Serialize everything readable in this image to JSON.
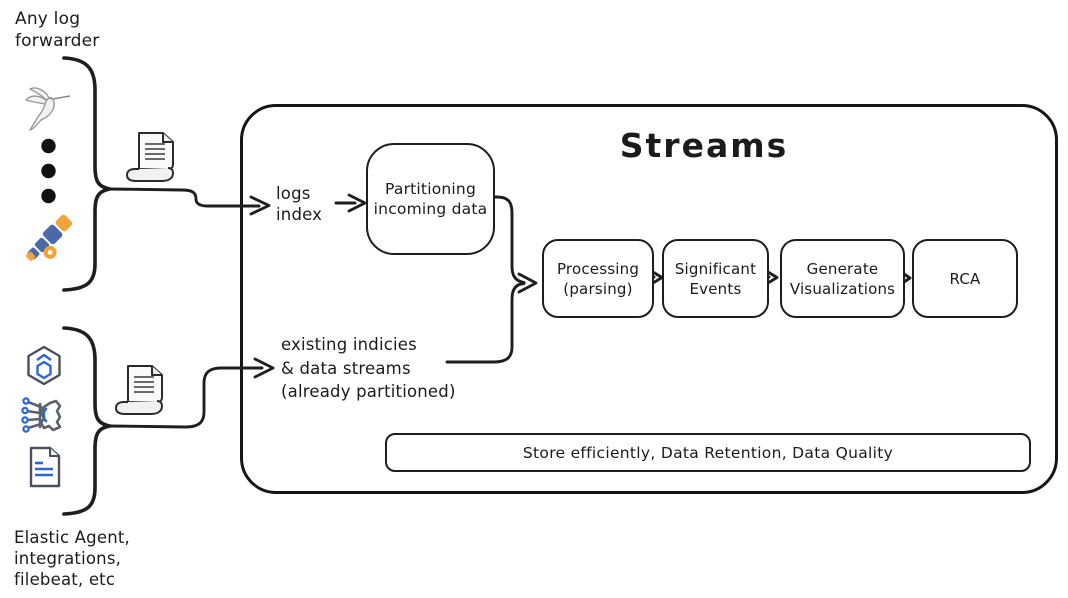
{
  "title": "Streams",
  "colors": {
    "ink": "#1e1e1e",
    "paper": "#ffffff",
    "sketch_gray": "#9a9a9a",
    "otel_blue": "#4a69a8",
    "otel_orange": "#f2a33c",
    "elastic_icon_gray": "#4a505c",
    "elastic_icon_blue": "#2b66d9"
  },
  "sources_top": {
    "label": "Any log\nforwarder",
    "icons": [
      "hummingbird-log-forwarder-icon",
      "ellipsis-dots-icon",
      "opentelemetry-telescope-icon",
      "log-scroll-icon"
    ]
  },
  "sources_bottom": {
    "label": "Elastic Agent,\nintegrations,\nfilebeat, etc",
    "icons": [
      "elastic-agent-hexagon-icon",
      "integrations-gear-icon",
      "filebeat-document-icon",
      "log-scroll-icon"
    ]
  },
  "inputs": {
    "logs_index": "logs\nindex",
    "existing_indices": "existing indicies\n& data streams\n(already partitioned)"
  },
  "nodes": {
    "partitioning": "Partitioning\nincoming data",
    "processing": "Processing\n(parsing)",
    "significant_events": "Significant\nEvents",
    "generate_visualizations": "Generate\nVisualizations",
    "rca": "RCA"
  },
  "footer": "Store efficiently, Data Retention, Data Quality"
}
